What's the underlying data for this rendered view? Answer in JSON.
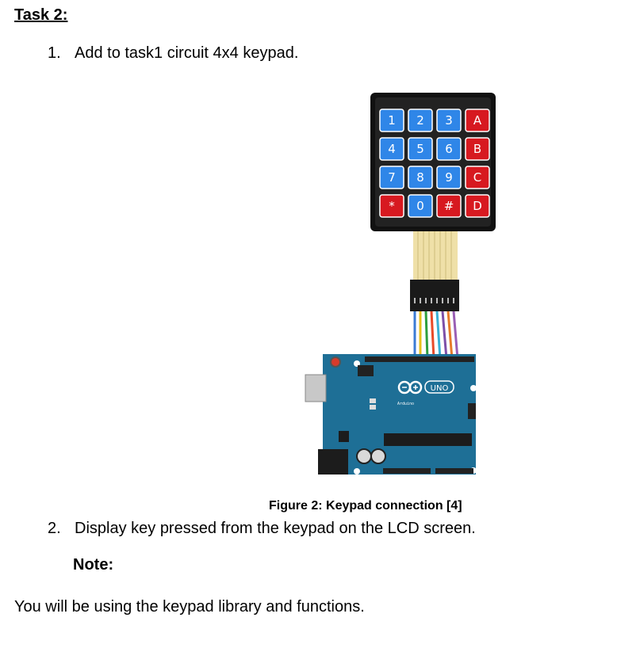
{
  "task": {
    "title": "Task 2:"
  },
  "items": [
    {
      "number": "1.",
      "text": "Add to task1 circuit 4x4 keypad."
    },
    {
      "number": "2.",
      "text": "Display key pressed from the keypad on the LCD screen."
    }
  ],
  "figure": {
    "caption": "Figure 2: Keypad connection [4]",
    "keypad_keys": [
      [
        "1",
        "2",
        "3",
        "A"
      ],
      [
        "4",
        "5",
        "6",
        "B"
      ],
      [
        "7",
        "8",
        "9",
        "C"
      ],
      [
        "*",
        "0",
        "#",
        "D"
      ]
    ],
    "board_label": "UNO",
    "board_brand": "Arduino",
    "colors": {
      "key_blue": "#2f86e8",
      "key_red": "#d71920",
      "board": "#1e6f96"
    }
  },
  "note": {
    "label": "Note:"
  },
  "closing": {
    "text": "You will be using the keypad library and functions."
  }
}
